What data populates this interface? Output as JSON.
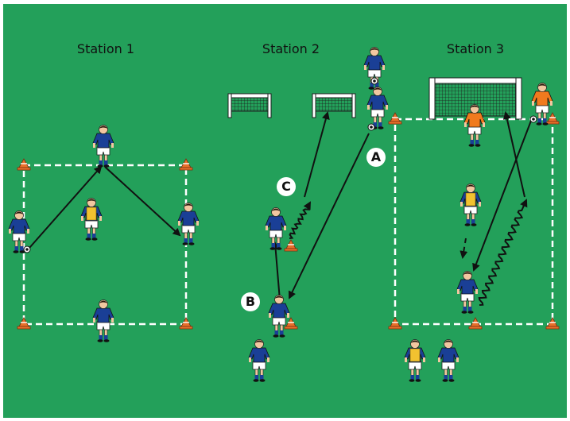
{
  "stations": [
    {
      "title": "Station 1"
    },
    {
      "title": "Station 2"
    },
    {
      "title": "Station 3"
    }
  ],
  "labels": [
    "A",
    "B",
    "C"
  ],
  "colors": {
    "pitch": "#23a05a",
    "jersey_blue": "#1a3f96",
    "bib_yellow": "#f2c230",
    "keeper_orange": "#f07a1e",
    "cone": "#e8702a",
    "line_white": "#ffffff",
    "arrow": "#111111"
  },
  "icons": [
    "player-icon",
    "cone-icon",
    "small-goal-icon",
    "large-goal-icon",
    "ball-icon"
  ]
}
